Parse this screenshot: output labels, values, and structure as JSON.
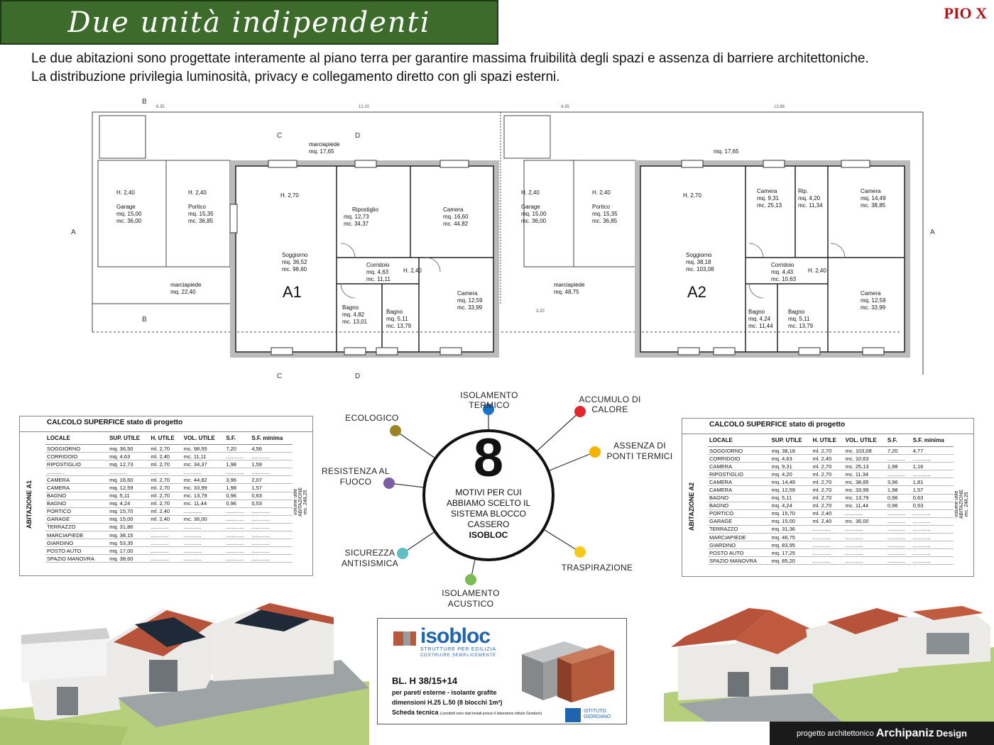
{
  "title": "Due unità indipendenti",
  "brand": "PIO X",
  "intro": [
    "Le due abitazioni sono progettate interamente al piano terra per garantire massima fruibilità degli spazi e assenza di barriere architettoniche.",
    "La distribuzione privilegia luminosità, privacy e collegamento diretto con gli spazi esterni."
  ],
  "plan": {
    "units": [
      "A1",
      "A2"
    ],
    "sections": [
      "B",
      "C",
      "D",
      "A"
    ],
    "dims": [
      "6.35",
      "12.20",
      "4.35",
      "13.88",
      "3.20"
    ],
    "labels": [
      {
        "t": "H. 2,40"
      },
      {
        "t": "Garage"
      },
      {
        "t": "mq. 15,00"
      },
      {
        "t": "mc. 36,00"
      },
      {
        "t": "H. 2,40"
      },
      {
        "t": "Portico"
      },
      {
        "t": "mq. 15,35"
      },
      {
        "t": "mc. 36,85"
      },
      {
        "t": "marciapiede"
      },
      {
        "t": "mq. 22,40"
      },
      {
        "t": "marciapiede"
      },
      {
        "t": "mq. 17,65"
      },
      {
        "t": "H. 2,70"
      },
      {
        "t": "Soggiorno"
      },
      {
        "t": "mq. 36,52"
      },
      {
        "t": "mc. 98,60"
      },
      {
        "t": "Ripostiglio"
      },
      {
        "t": "mq. 12,73"
      },
      {
        "t": "mc. 34,37"
      },
      {
        "t": "Camera"
      },
      {
        "t": "mq. 16,60"
      },
      {
        "t": "mc. 44,82"
      },
      {
        "t": "Corridoio"
      },
      {
        "t": "mq. 4,63"
      },
      {
        "t": "mc. 11,11"
      },
      {
        "t": "H. 2,40"
      },
      {
        "t": "Camera"
      },
      {
        "t": "mq. 12,59"
      },
      {
        "t": "mc. 33,99"
      },
      {
        "t": "Bagno"
      },
      {
        "t": "mq. 4,82"
      },
      {
        "t": "mc. 13,01"
      },
      {
        "t": "Bagno"
      },
      {
        "t": "mq. 5,11"
      },
      {
        "t": "mc. 13,79"
      },
      {
        "t": "H. 2,40"
      },
      {
        "t": "Garage"
      },
      {
        "t": "mq. 15,00"
      },
      {
        "t": "mc. 36,00"
      },
      {
        "t": "H. 2,40"
      },
      {
        "t": "Portico"
      },
      {
        "t": "mq. 15,35"
      },
      {
        "t": "mc. 36,85"
      },
      {
        "t": "marciapiede"
      },
      {
        "t": "mq. 48,75"
      },
      {
        "t": "mq. 17,65"
      },
      {
        "t": "H. 2,70"
      },
      {
        "t": "Soggiorno"
      },
      {
        "t": "mq. 38,18"
      },
      {
        "t": "mc. 103,08"
      },
      {
        "t": "Camera"
      },
      {
        "t": "mq. 9,31"
      },
      {
        "t": "mc. 25,13"
      },
      {
        "t": "Rip."
      },
      {
        "t": "mq. 4,20"
      },
      {
        "t": "mc. 11,34"
      },
      {
        "t": "Camera"
      },
      {
        "t": "mq. 14,49"
      },
      {
        "t": "mc. 38,85"
      },
      {
        "t": "Corridoio"
      },
      {
        "t": "mq. 4,43"
      },
      {
        "t": "mc. 10,63"
      },
      {
        "t": "H. 2,40"
      },
      {
        "t": "Camera"
      },
      {
        "t": "mq. 12,59"
      },
      {
        "t": "mc. 33,99"
      },
      {
        "t": "Bagno"
      },
      {
        "t": "mq. 4,24"
      },
      {
        "t": "mc. 11,44"
      },
      {
        "t": "Bagno"
      },
      {
        "t": "mq. 5,11"
      },
      {
        "t": "mc. 13,79"
      }
    ]
  },
  "table_a1": {
    "heading": "CALCOLO SUPERFICE  stato di progetto",
    "side": "ABITAZIONE A1",
    "note": [
      "volume utile",
      "ABITAZIONE",
      "mc. 248,25"
    ],
    "cols": [
      "LOCALE",
      "SUP. UTILE",
      "H. UTILE",
      "VOL. UTILE",
      "S.F.",
      "S.F. minima"
    ],
    "rows": [
      [
        "SOGGIORNO",
        "mq. 36,50",
        "ml. 2,70",
        "mc. 98,55",
        "7,20",
        "4,56"
      ],
      [
        "CORRIDOIO",
        "mq. 4,63",
        "ml. 2,40",
        "mc. 11,11",
        "............",
        "............"
      ],
      [
        "RIPOSTIGLIO",
        "mq. 12,73",
        "ml. 2,70",
        "mc. 34,37",
        "1,98",
        "1,59"
      ],
      [
        "............",
        "............",
        "............",
        "............",
        "............",
        "............"
      ],
      [
        "CAMERA",
        "mq. 16,60",
        "ml. 2,70",
        "mc. 44,82",
        "3,96",
        "2,07"
      ],
      [
        "CAMERA",
        "mq. 12,59",
        "ml. 2,70",
        "mc. 33,99",
        "1,98",
        "1,57"
      ],
      [
        "BAGNO",
        "mq. 5,11",
        "ml. 2,70",
        "mc. 13,79",
        "0,96",
        "0,63"
      ],
      [
        "BAGNO",
        "mq. 4,24",
        "ml. 2,70",
        "mc. 11,44",
        "0,96",
        "0,53"
      ],
      [
        "PORTICO",
        "mq. 15,70",
        "ml. 2,40",
        "............",
        "............",
        "............"
      ],
      [
        "GARAGE",
        "mq. 15,00",
        "ml. 2,40",
        "mc. 36,00",
        "............",
        "............"
      ],
      [
        "TERRAZZO",
        "mq. 31,86",
        "............",
        "............",
        "............",
        "............"
      ],
      [
        "MARCIAPIEDE",
        "mq. 38,15",
        "............",
        "............",
        "............",
        "............"
      ],
      [
        "GIARDINO",
        "mq. 53,35",
        "............",
        "............",
        "............",
        "............"
      ],
      [
        "POSTO AUTO",
        "mq. 17,00",
        "............",
        "............",
        "............",
        "............"
      ],
      [
        "SPAZIO MANOVRA",
        "mq. 38,60",
        "............",
        "............",
        "............",
        "............"
      ]
    ]
  },
  "table_a2": {
    "heading": "CALCOLO SUPERFICE  stato di progetto",
    "side": "ABITAZIONE A2",
    "note": [
      "volume utile",
      "ABITAZIONE",
      "mc. 248,25"
    ],
    "cols": [
      "LOCALE",
      "SUP. UTILE",
      "H. UTILE",
      "VOL. UTILE",
      "S.F.",
      "S.F. minima"
    ],
    "rows": [
      [
        "SOGGIORNO",
        "mq. 38,18",
        "ml. 2,70",
        "mc. 103,08",
        "7,20",
        "4,77"
      ],
      [
        "CORRIDOIO",
        "mq. 4,63",
        "ml. 2,40",
        "mc. 10,63",
        "............",
        "............"
      ],
      [
        "CAMERA",
        "mq. 9,31",
        "ml. 2,70",
        "mc. 25,13",
        "1,98",
        "1,16"
      ],
      [
        "RIPOSTIGLIO",
        "mq. 4,20",
        "ml. 2,70",
        "mc. 11,34",
        "............",
        "............"
      ],
      [
        "CAMERA",
        "mq. 14,49",
        "ml. 2,70",
        "mc. 38,85",
        "3,96",
        "1,81"
      ],
      [
        "CAMERA",
        "mq. 12,59",
        "ml. 2,70",
        "mc. 33,99",
        "1,98",
        "1,57"
      ],
      [
        "BAGNO",
        "mq. 5,11",
        "ml. 2,70",
        "mc. 13,79",
        "0,96",
        "0,63"
      ],
      [
        "BAGNO",
        "mq. 4,24",
        "ml. 2,70",
        "mc. 11,44",
        "0,96",
        "0,53"
      ],
      [
        "PORTICO",
        "mq. 15,70",
        "ml. 2,40",
        "............",
        "............",
        "............"
      ],
      [
        "GARAGE",
        "mq. 15,00",
        "ml. 2,40",
        "mc. 36,00",
        "............",
        "............"
      ],
      [
        "TERRAZZO",
        "mq. 31,36",
        "............",
        "............",
        "............",
        "............"
      ],
      [
        "MARCIAPIEDE",
        "mq. 46,75",
        "............",
        "............",
        "............",
        "............"
      ],
      [
        "GIARDINO",
        "mq. 83,95",
        "............",
        "............",
        "............",
        "............"
      ],
      [
        "POSTO AUTO",
        "mq. 17,25",
        "............",
        "............",
        "............",
        "............"
      ],
      [
        "SPAZIO MANOVRA",
        "mq. 85,20",
        "............",
        "............",
        "............",
        "............"
      ]
    ]
  },
  "motivi": {
    "number": "8",
    "text": [
      "MOTIVI PER CUI",
      "ABBIAMO SCELTO IL",
      "SISTEMA BLOCCO",
      "CASSERO"
    ],
    "brand": "ISOBLOC",
    "items": [
      {
        "label": [
          "ISOLAMENTO TERMICO"
        ],
        "color": "#1a73c9"
      },
      {
        "label": [
          "ACCUMULO DI CALORE"
        ],
        "color": "#e3262b"
      },
      {
        "label": [
          "ASSENZA DI",
          "PONTI TERMICI"
        ],
        "color": "#f4b400"
      },
      {
        "label": [
          "TRASPIRAZIONE"
        ],
        "color": "#f6c91c"
      },
      {
        "label": [
          "ISOLAMENTO",
          "ACUSTICO"
        ],
        "color": "#7dbb57"
      },
      {
        "label": [
          "SICUREZZA",
          "ANTISISMICA"
        ],
        "color": "#62bfc1"
      },
      {
        "label": [
          "RESISTENZA AL",
          "FUOCO"
        ],
        "color": "#7c5da6"
      },
      {
        "label": [
          "ECOLOGICO"
        ],
        "color": "#9c8424"
      }
    ]
  },
  "isobloc": {
    "logo": "isobloc",
    "tagline1": "STRUTTURE PER EDILIZIA",
    "tagline2": "COSTRUIRE SEMPLICEMENTE",
    "model": "BL. H 38/15+14",
    "desc1": "per pareti esterne - isolante grafite",
    "desc2": "dimensioni H.25 L.50 (8 blocchi 1m²)",
    "scheda": "Scheda tecnica",
    "scheda_note": "(i prodotti sono stati testati presso il laboratorio Istituto Giordano)",
    "cert1": "ISTITUTO",
    "cert2": "GIORDANO",
    "colors": {
      "brand": "#1e64b0",
      "grafite": "#9a9c9e",
      "brick": "#b55a3c"
    }
  },
  "footer": {
    "pre": "progetto architettonico",
    "name": "Archipaniz",
    "post": "Design"
  }
}
